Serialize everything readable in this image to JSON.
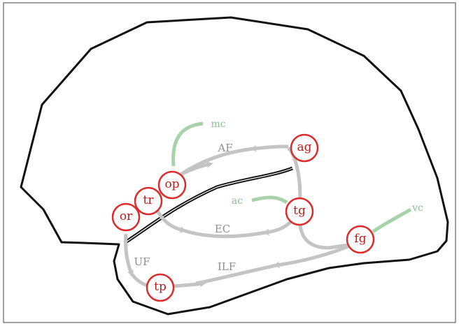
{
  "colors": {
    "outline": "#111111",
    "tract": "#c4c4c4",
    "input": "#a8d3a8",
    "node_stroke": "#dd2a2a",
    "node_text": "#c21a1a"
  },
  "regions": {
    "op": "op",
    "tr": "tr",
    "or": "or",
    "ag": "ag",
    "tg": "tg",
    "fg": "fg",
    "tp": "tp"
  },
  "inputs": {
    "mc": "mc",
    "ac": "ac",
    "vc": "vc"
  },
  "pathways": {
    "af": "AF",
    "ec": "EC",
    "uf": "UF",
    "ilf": "ILF"
  }
}
